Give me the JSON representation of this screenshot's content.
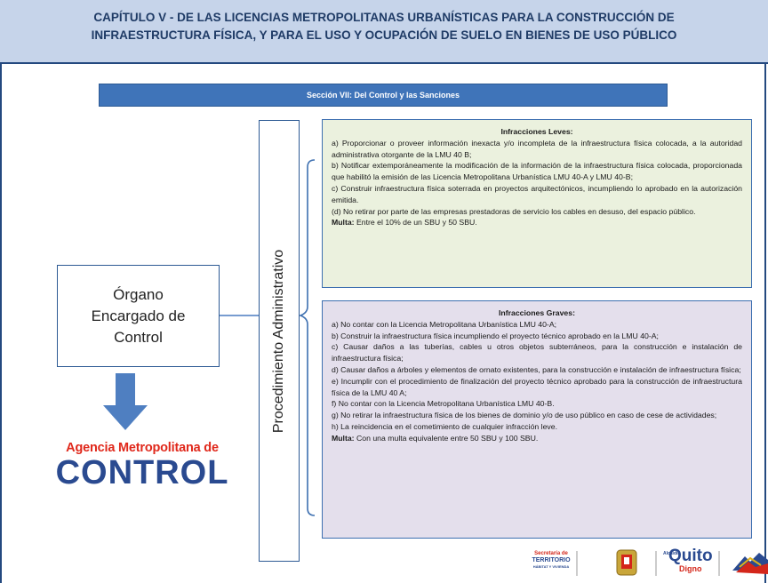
{
  "header": {
    "line1": "CAPÍTULO V - DE LAS LICENCIAS METROPOLITANAS URBANÍSTICAS PARA LA CONSTRUCCIÓN DE",
    "line2": "INFRAESTRUCTURA FÍSICA, Y PARA EL USO Y OCUPACIÓN DE SUELO EN BIENES DE USO PÚBLICO"
  },
  "section_title": "Sección VII: Del Control y las Sanciones",
  "organ_label": "Órgano Encargado de Control",
  "procedure_label": "Procedimiento Administrativo",
  "leves": {
    "title": "Infracciones Leves:",
    "items": [
      "a) Proporcionar o proveer información inexacta y/o incompleta de la infraestructura física colocada, a la autoridad administrativa otorgante de la LMU 40 B;",
      "b) Notificar extemporáneamente la modificación de la información de la infraestructura física colocada, proporcionada que habilitó la emisión de las Licencia Metropolitana Urbanística LMU 40-A y LMU 40-B;",
      "c) Construir infraestructura física soterrada en proyectos arquitectónicos, incumpliendo lo aprobado en la autorización emitida.",
      "(d) No retirar por parte de las empresas prestadoras de servicio los cables en desuso, del espacio público."
    ],
    "fine_label": "Multa:",
    "fine_text": " Entre el 10% de un SBU y 50 SBU."
  },
  "graves": {
    "title": "Infracciones Graves:",
    "items": [
      "a) No contar con la Licencia Metropolitana Urbanística LMU 40-A;",
      "b) Construir la infraestructura física incumpliendo el proyecto técnico aprobado en la LMU 40-A;",
      "c) Causar daños a las tuberías, cables u otros objetos subterráneos, para la construcción e instalación de infraestructura física;",
      "d) Causar daños a árboles y elementos de ornato existentes, para la construcción e instalación de infraestructura física;",
      "e) Incumplir con el procedimiento de finalización del proyecto técnico aprobado para la construcción de infraestructura física de la LMU 40 A;",
      "f) No contar con la Licencia Metropolitana Urbanística LMU 40-B.",
      "g) No retirar la infraestructura física de los bienes de dominio y/o de uso público en caso de cese de actividades;",
      "h) La reincidencia en el cometimiento de cualquier infracción leve."
    ],
    "fine_label": "Multa:",
    "fine_text": " Con una multa equivalente entre 50 SBU y 100 SBU."
  },
  "logo_amc": {
    "line1": "Agencia Metropolitana de",
    "line2": "CONTROL"
  },
  "footer": {
    "secretaria_l1": "Secretaría de",
    "secretaria_l2": "TERRITORIO",
    "secretaria_l3": "HÁBITAT Y VIVIENDA",
    "alcaldia": "Alcaldía",
    "quito": "Quito",
    "digno": "Digno"
  },
  "colors": {
    "header_bg": "#c6d4ea",
    "header_text": "#1f3b66",
    "section_bar": "#3f74b9",
    "leves_bg": "#ebf1de",
    "graves_bg": "#e4dfec",
    "amc_red": "#e0281b",
    "amc_blue": "#2a4a90"
  }
}
